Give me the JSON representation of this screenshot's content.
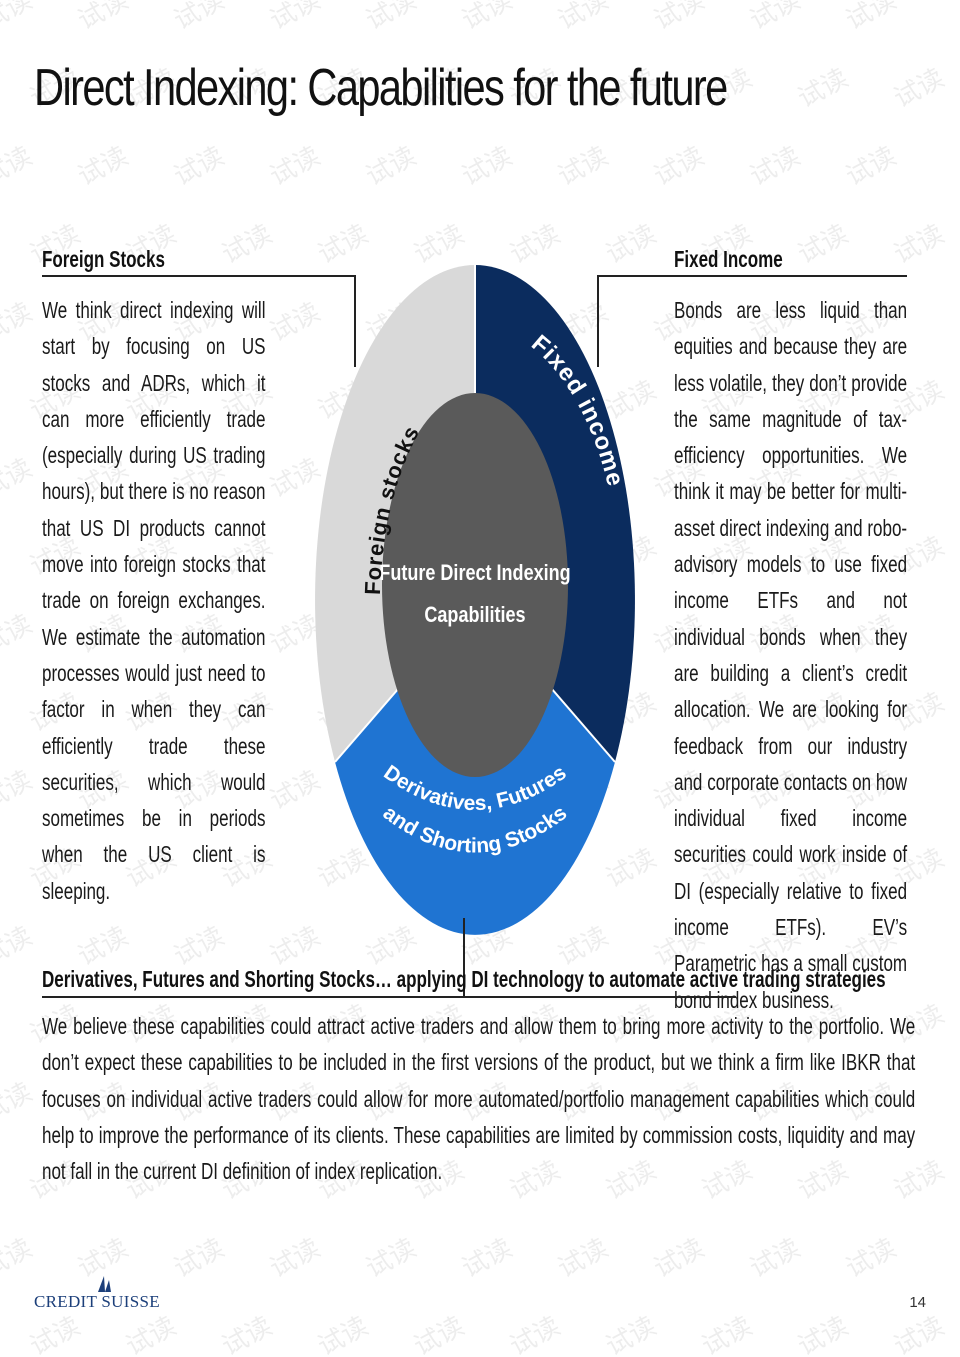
{
  "page": {
    "title": "Direct Indexing: Capabilities for the future",
    "page_number": "14",
    "logo_text": "CREDIT SUISSE",
    "watermark_text": "试读"
  },
  "foreign_stocks": {
    "heading": "Foreign Stocks",
    "body": "We think direct indexing will start by focusing on US stocks and ADRs, which it can more efficiently trade (especially during US trading hours), but there is no reason that US DI products cannot move into foreign stocks that trade on foreign exchanges. We estimate the automation processes would just need to factor in when they can efficiently trade these securities, which would sometimes be in periods when the US client is sleeping."
  },
  "fixed_income": {
    "heading": "Fixed Income",
    "body": "Bonds are less liquid than equities and because they are less volatile, they don’t provide the same magnitude of tax-efficiency opportunities. We think it may be better for multi-asset direct indexing and robo-advisory models to use fixed income ETFs and not individual bonds when they are building a client’s credit allocation. We are looking for feedback from our industry and corporate contacts on how individual fixed income securities could work inside of DI (especially relative to fixed income ETFs). EV’s Parametric has a small custom bond index business."
  },
  "derivatives": {
    "heading": "Derivatives, Futures and Shorting Stocks…  applying DI technology to automate active trading strategies",
    "body": "We believe these capabilities could attract active traders and allow them to bring more activity to the portfolio. We don’t expect these capabilities to be included in the first versions of the product, but we think a firm like IBKR that focuses on individual active traders could allow for more automated/portfolio management capabilities which could help to improve the performance of its clients. These capabilities are limited by commission costs, liquidity and may not fall in the current DI definition of index replication."
  },
  "diagram": {
    "center_line1": "Future Direct Indexing",
    "center_line2": "Capabilities",
    "segment_foreign": "Foreign stocks",
    "segment_fixed": "Fixed income",
    "segment_deriv_line1": "Derivatives, Futures",
    "segment_deriv_line2": "and Shorting Stocks",
    "colors": {
      "foreign": "#d9d9d9",
      "fixed": "#0b2c5e",
      "derivatives": "#1f74d2",
      "center": "#5a5a5a"
    }
  }
}
